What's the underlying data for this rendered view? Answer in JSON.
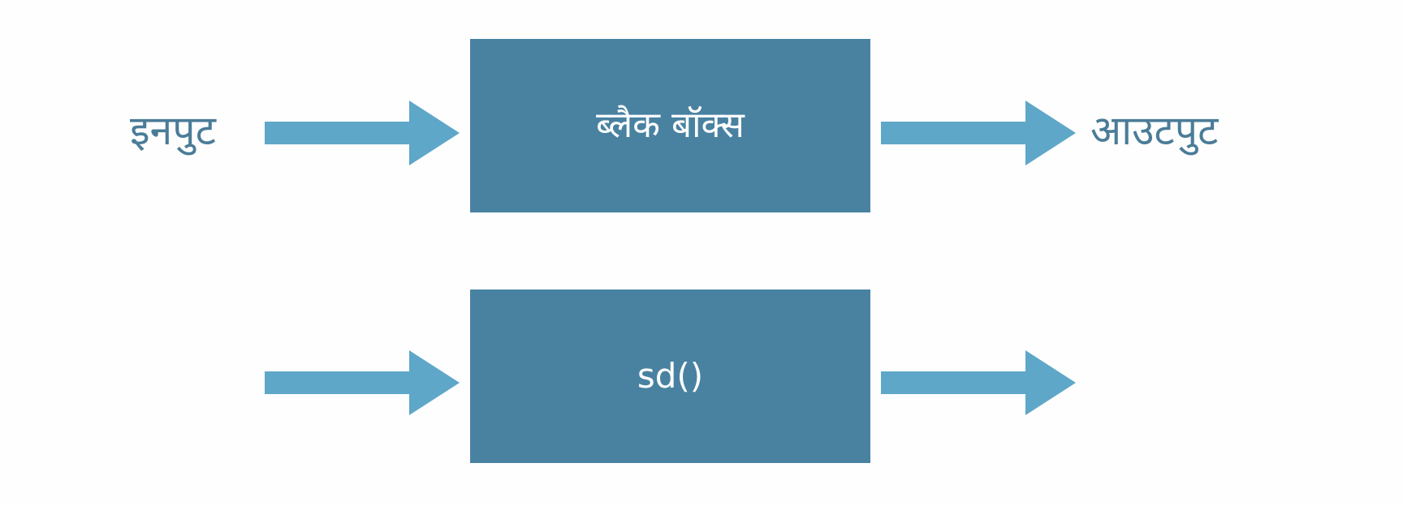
{
  "diagram": {
    "top_row": {
      "input_label": "इनपुट",
      "box_label": "ब्लैक बॉक्स",
      "output_label": "आउटपुट"
    },
    "bottom_row": {
      "box_label": "sd()"
    }
  },
  "colors": {
    "box_fill": "#4982a1",
    "arrow_fill": "#5ea7c8",
    "label_text": "#4a7c98",
    "box_text": "#ffffff",
    "background": "#fefefe"
  },
  "icons": {
    "arrow": "arrow-right-icon"
  }
}
